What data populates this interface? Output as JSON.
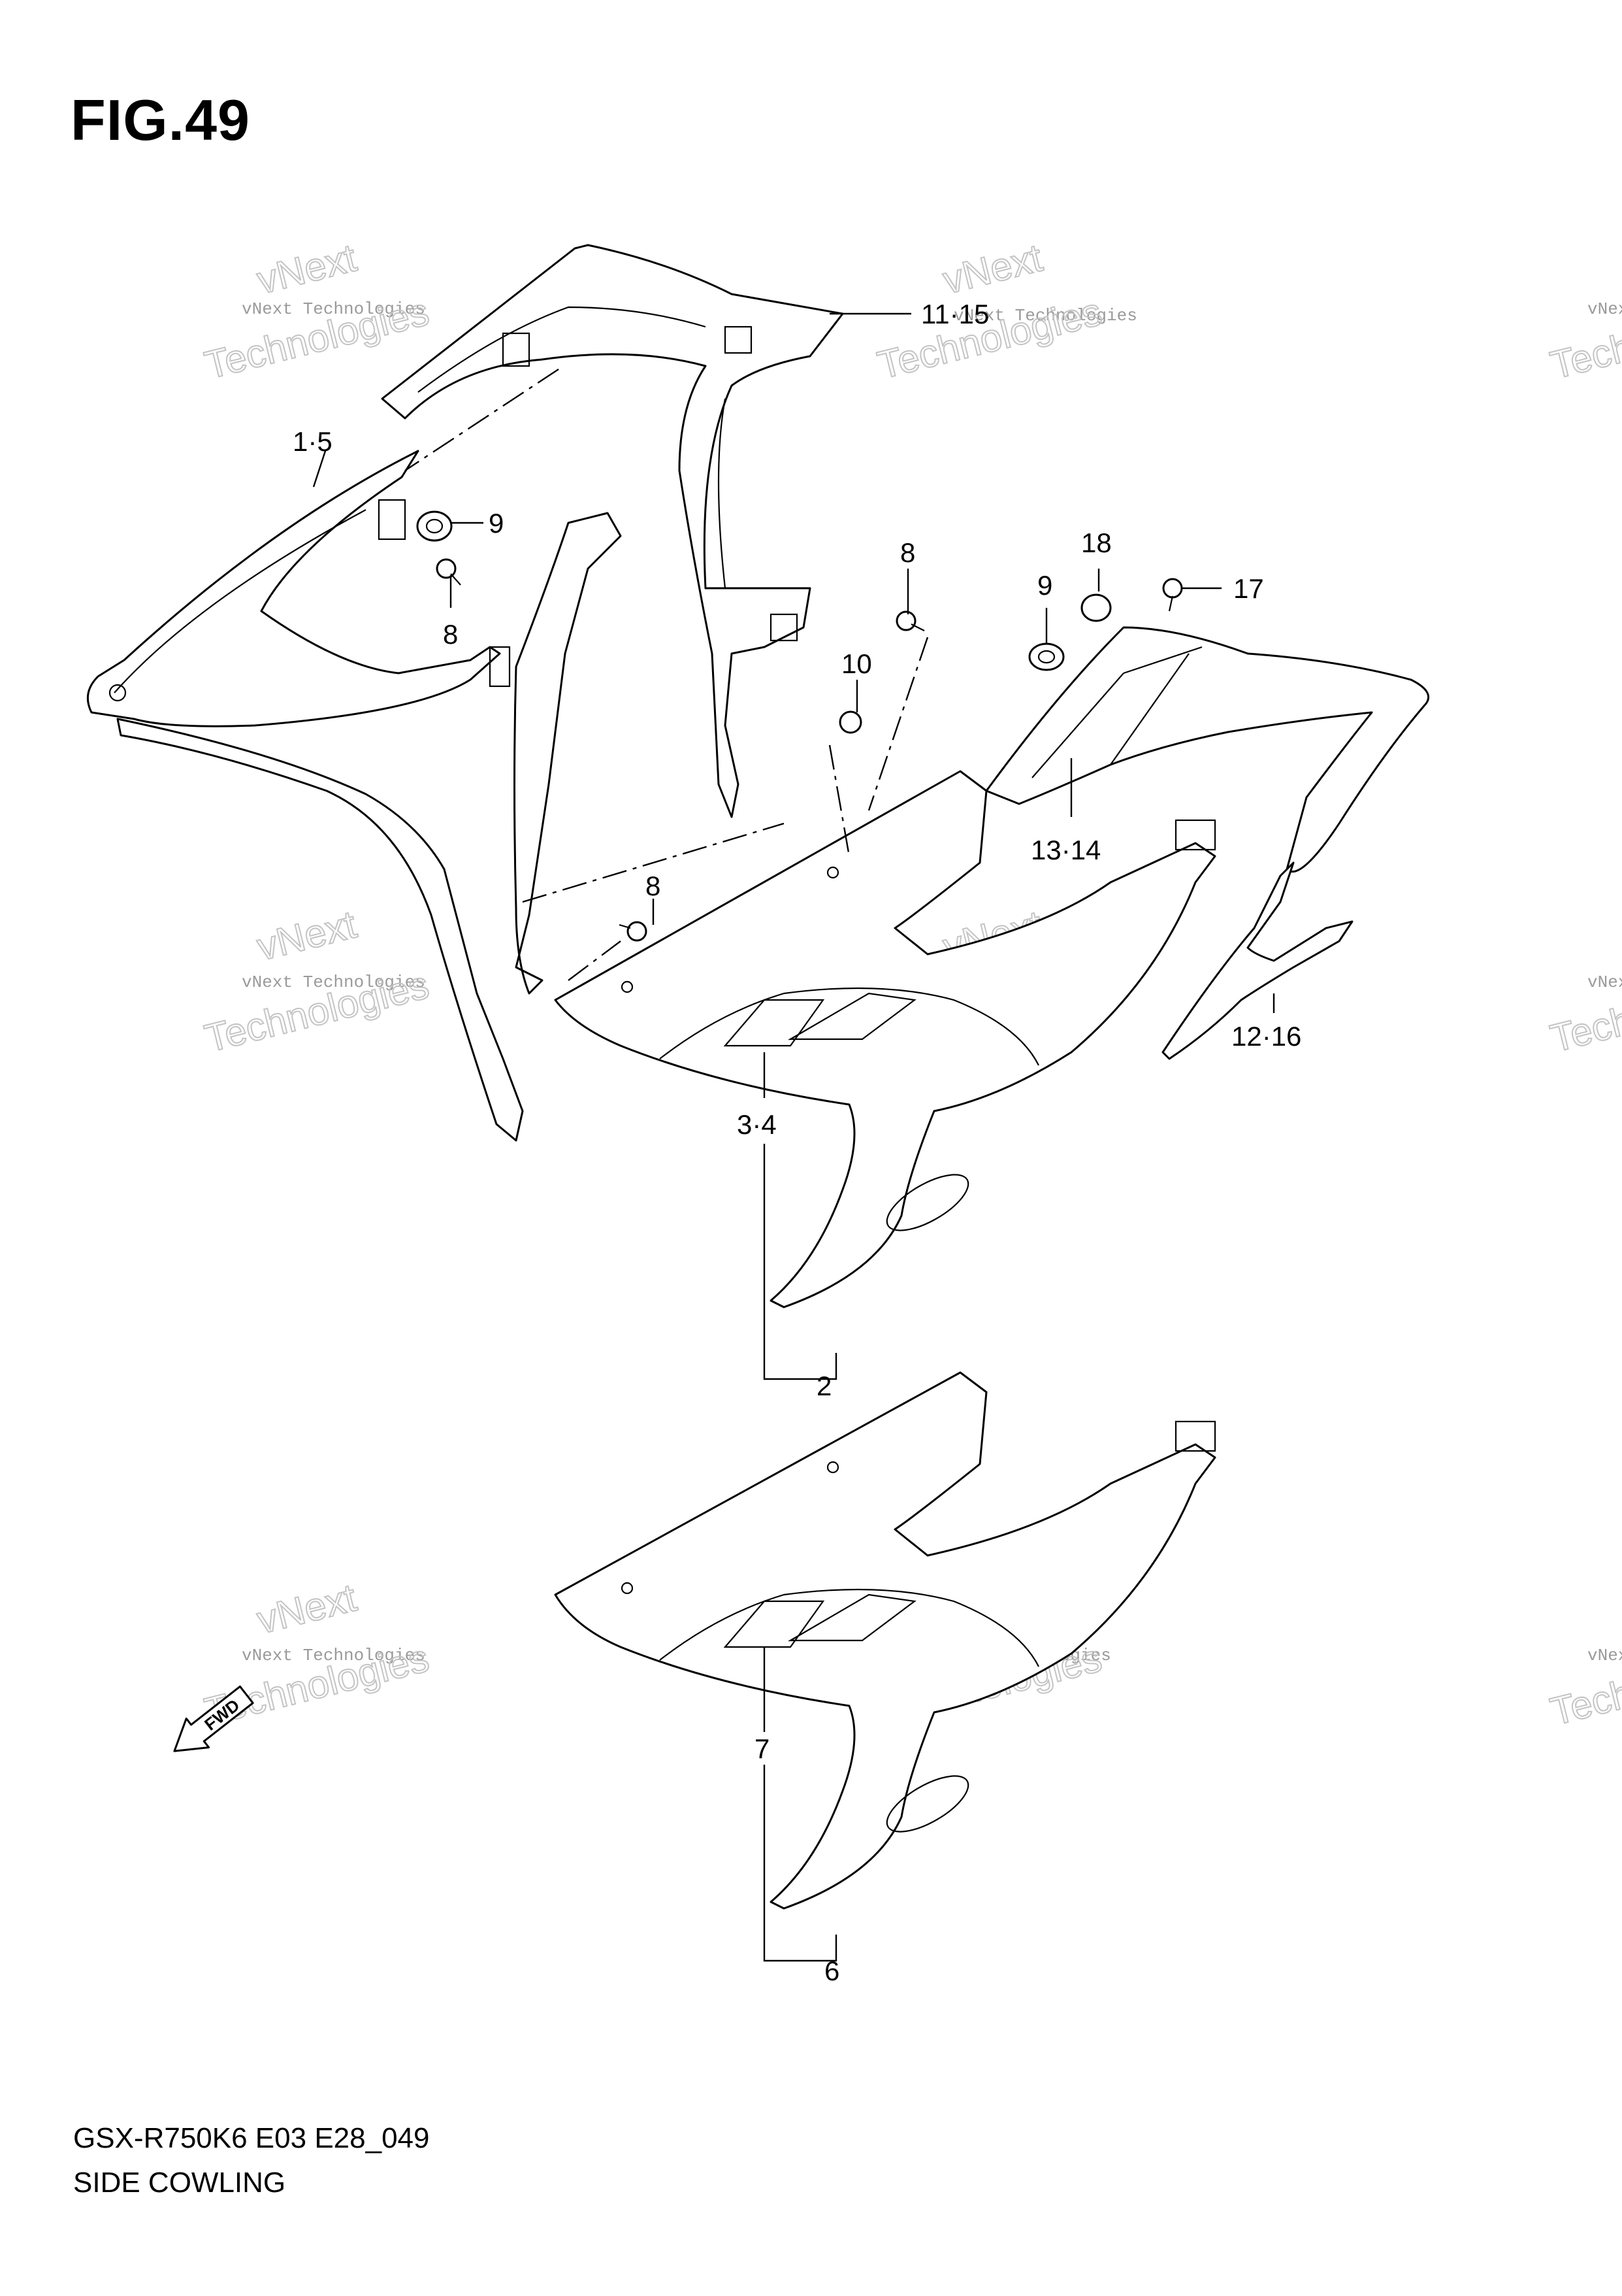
{
  "figure": {
    "title": "FIG.49"
  },
  "footer": {
    "model": "GSX-R750K6 E03 E28_049",
    "name": "SIDE COWLING"
  },
  "callouts": {
    "c_11_15": "11·15",
    "c_1_5": "1·5",
    "c_9a": "9",
    "c_8a": "8",
    "c_8b": "8",
    "c_18": "18",
    "c_9b": "9",
    "c_17": "17",
    "c_10": "10",
    "c_13_14": "13·14",
    "c_8c": "8",
    "c_12_16": "12·16",
    "c_3_4": "3·4",
    "c_2": "2",
    "c_7": "7",
    "c_6": "6"
  },
  "fwd_label": "FWD",
  "watermark": {
    "line1": "vNext",
    "line2": "vNext Technologies",
    "line3": "Technologies"
  },
  "icons": [
    "fwd-arrow-icon"
  ]
}
